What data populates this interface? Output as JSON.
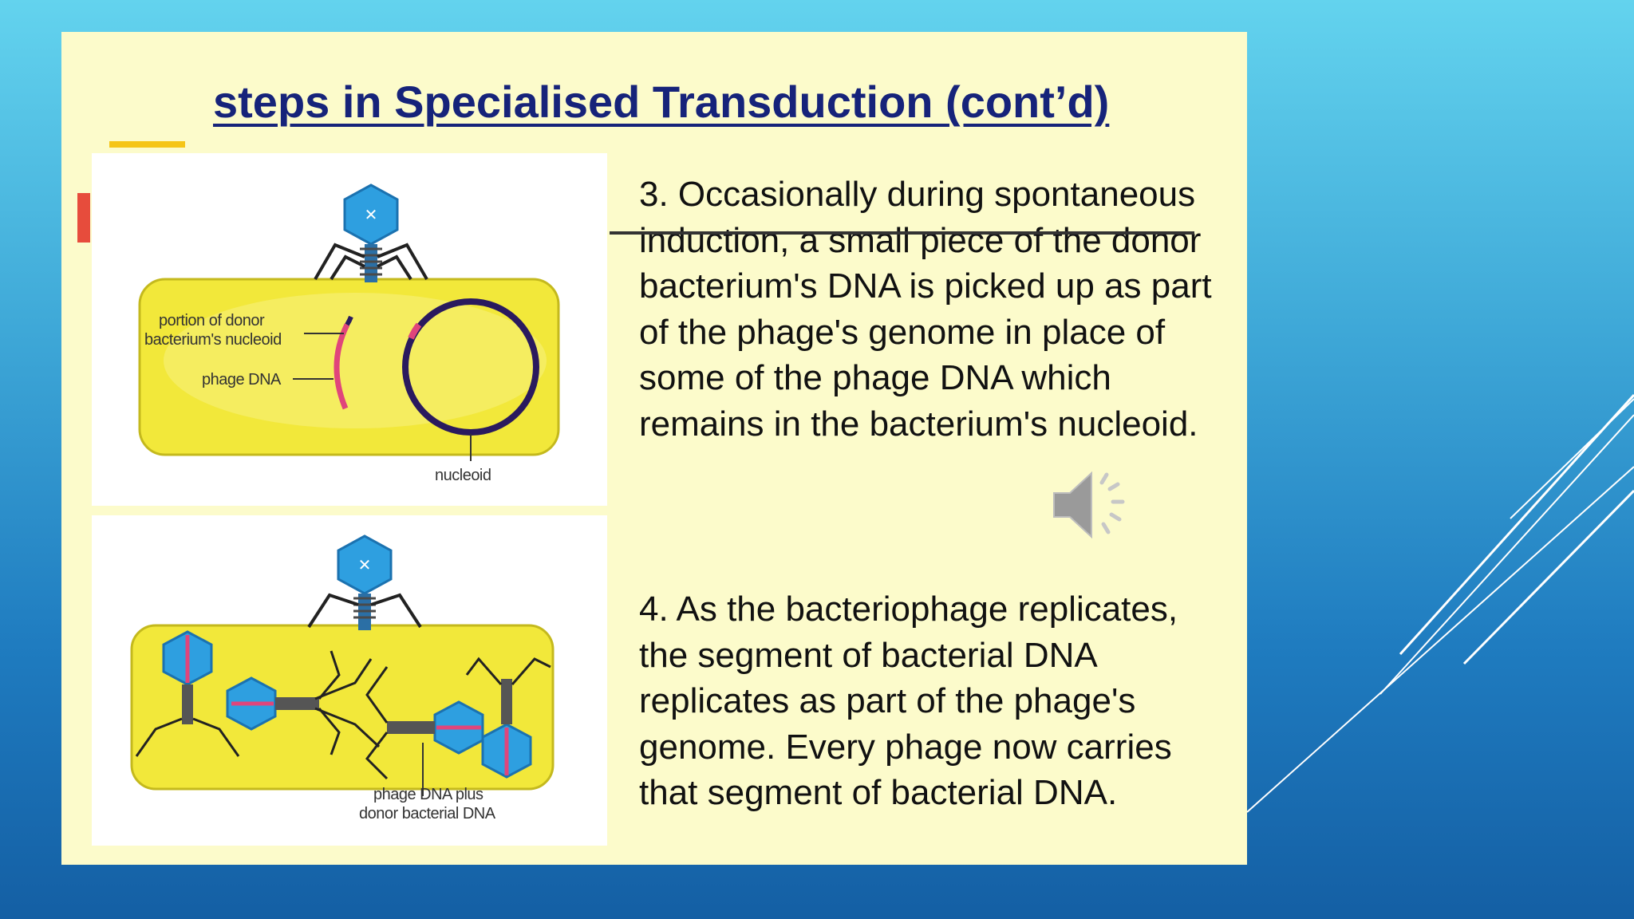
{
  "slide": {
    "title": "steps in Specialised Transduction (cont’d)",
    "paragraphs": [
      "3. Occasionally during spontaneous induction, a small piece of the donor bacterium's DNA is picked up as part of the phage's genome in place of some of the phage DNA which remains in the bacterium's nucleoid.",
      "4. As the bacteriophage replicates, the segment of bacterial DNA replicates as part of the phage's genome. Every phage now carries that segment of bacterial DNA."
    ]
  },
  "diagram_top": {
    "label_portion_line1": "portion of donor",
    "label_portion_line2": "bacterium's nucleoid",
    "label_phage_dna": "phage DNA",
    "label_nucleoid": "nucleoid"
  },
  "diagram_bottom": {
    "label_line1": "phage DNA plus",
    "label_line2": "donor bacterial DNA"
  },
  "icons": {
    "audio": "speaker-icon"
  },
  "colors": {
    "slide_bg": "#fcfbcb",
    "title": "#16237a",
    "cell": "#f2e83a",
    "phage_head": "#2e9fe0",
    "dna_pink": "#e0457b",
    "nucleoid": "#2a1a5e"
  }
}
